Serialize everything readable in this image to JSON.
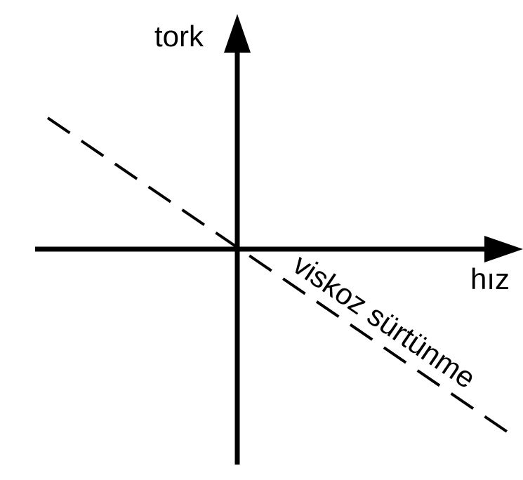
{
  "diagram": {
    "y_axis_label": "tork",
    "x_axis_label": "hız",
    "line_label": "viskoz sürtünme",
    "colors": {
      "axis": "#000000",
      "line": "#000000",
      "background": "#ffffff"
    }
  }
}
